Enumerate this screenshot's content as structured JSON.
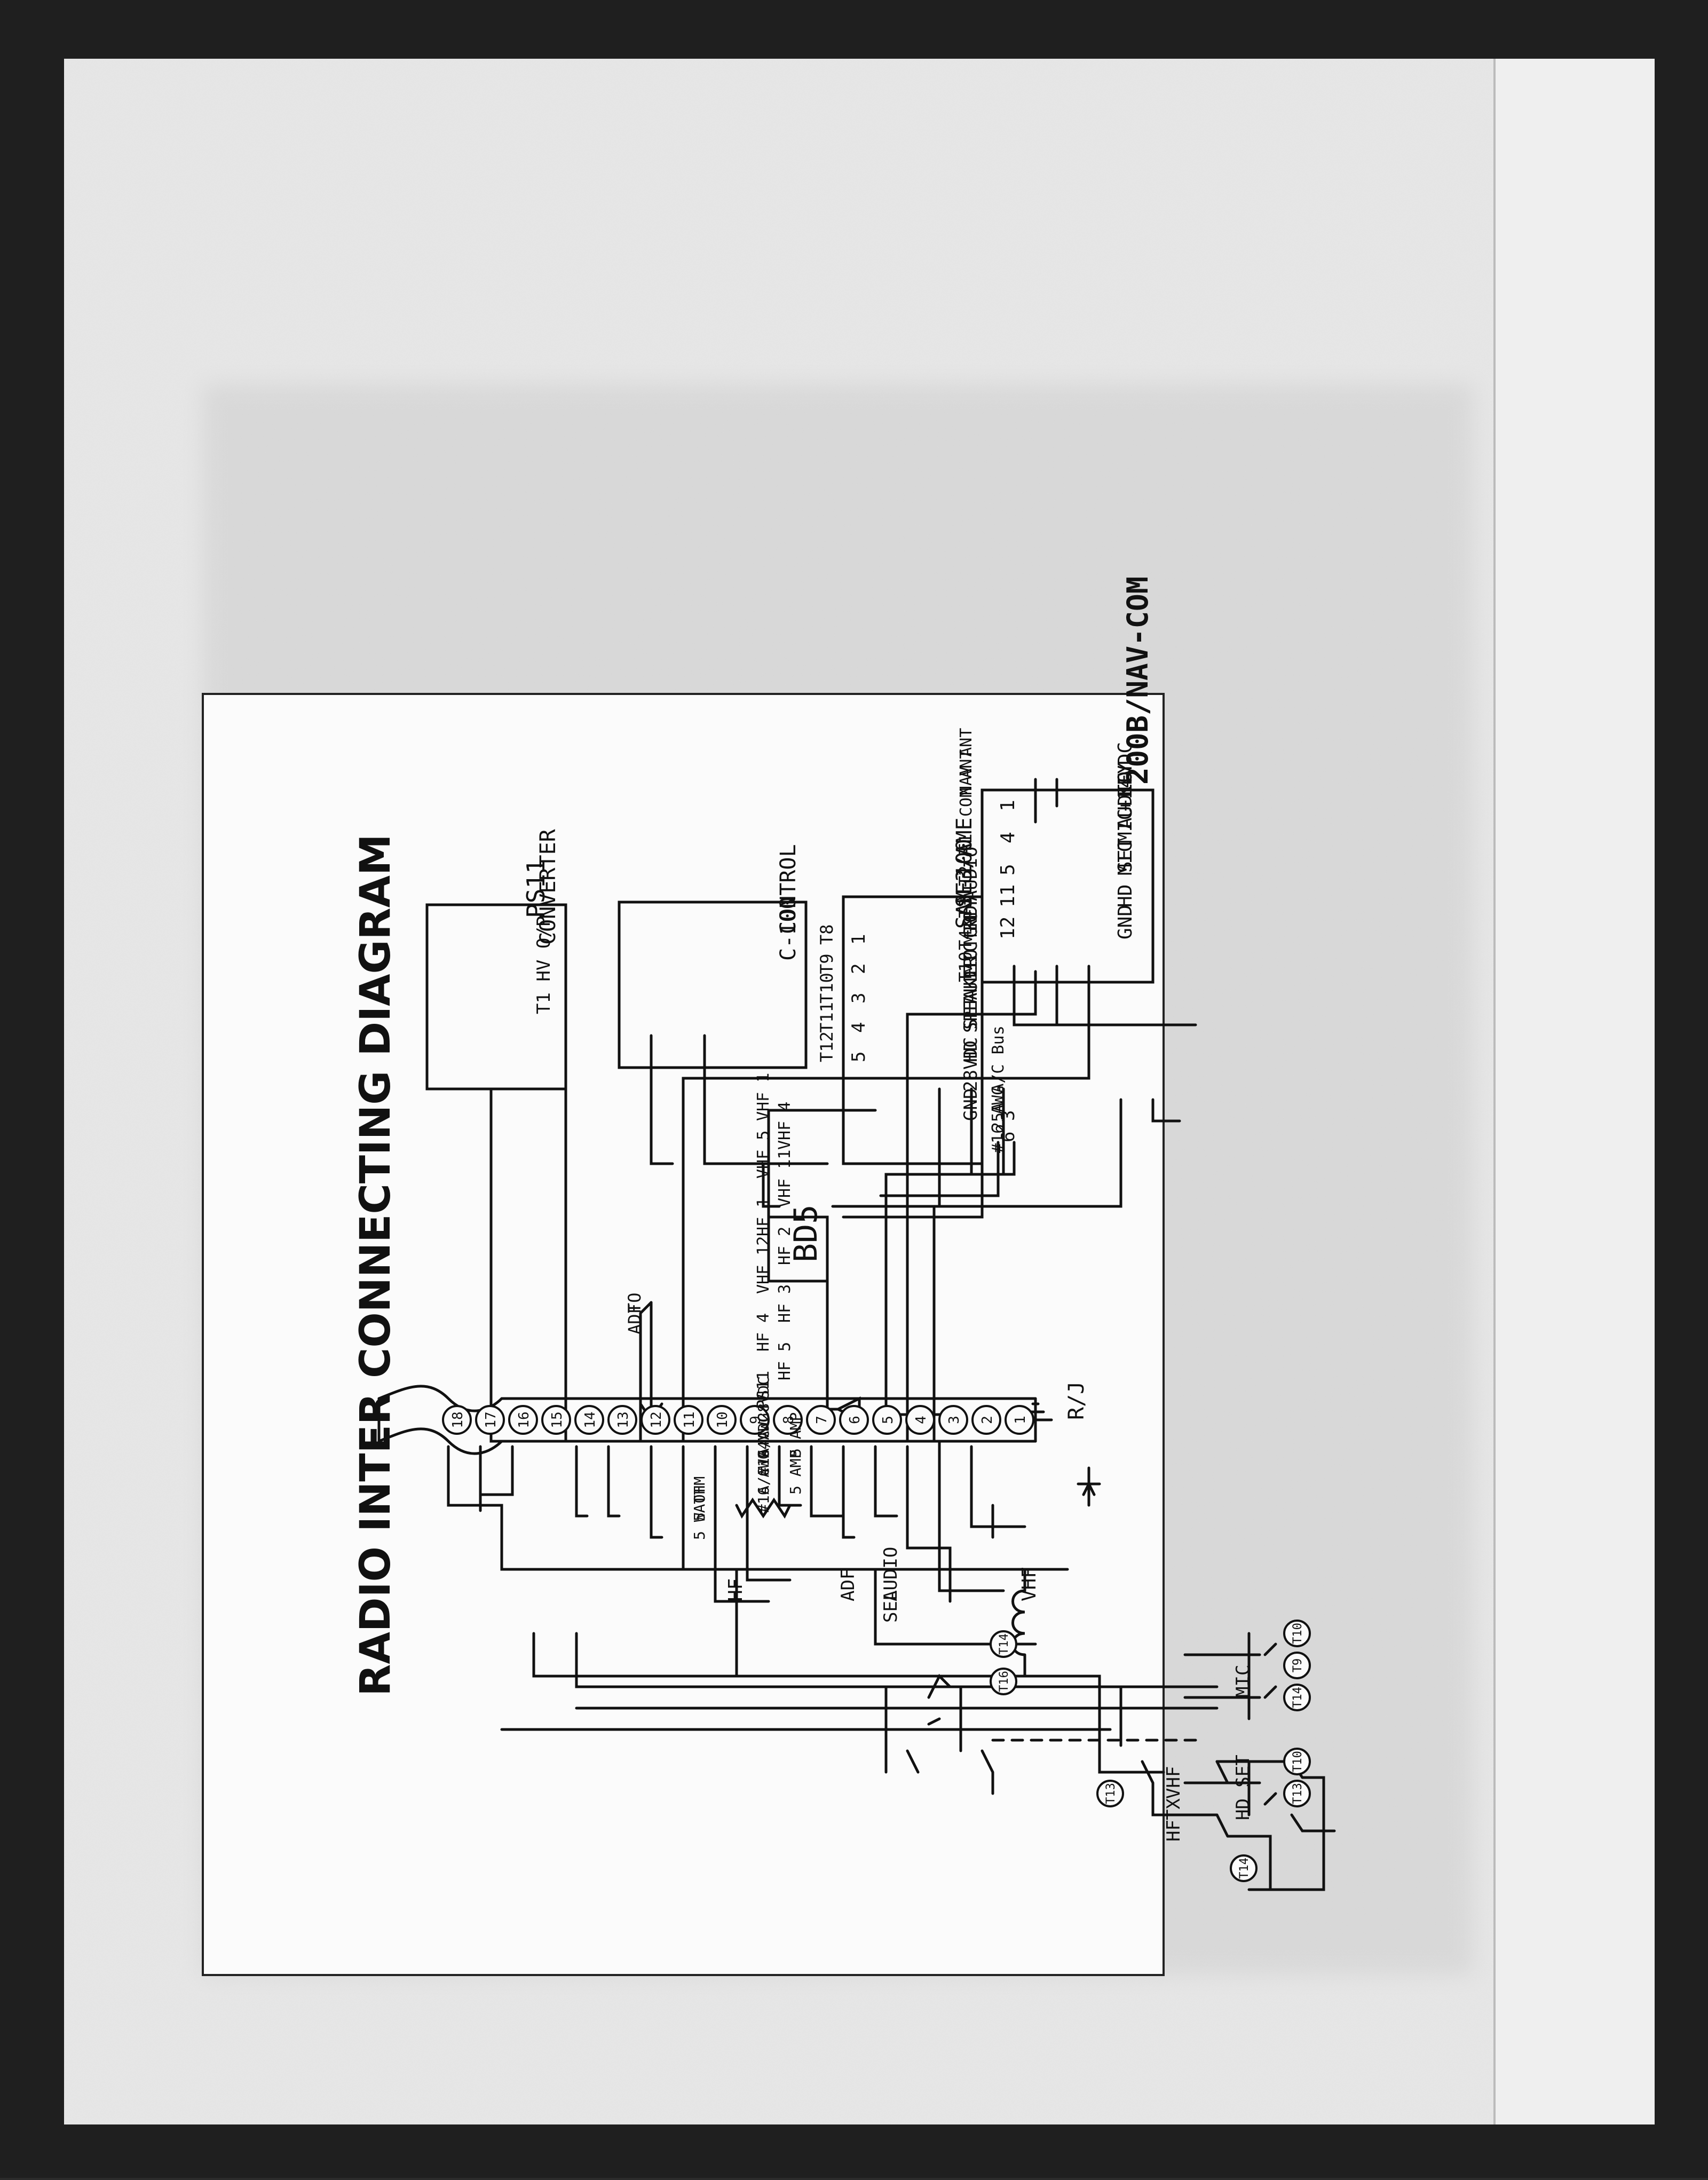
{
  "diagram": {
    "title": "RADIO INTER CONNECTING DIAGRAM"
  },
  "units": {
    "navcom": {
      "name": "200B/NAV-COM",
      "pins": [
        {
          "label": "+14VDC",
          "num": "1"
        },
        {
          "label": "MIC KEY",
          "num": "4"
        },
        {
          "label": "MIC AUDIO",
          "num": "5"
        },
        {
          "label": "HD SET",
          "num": "11"
        },
        {
          "label": "GND",
          "num": "12"
        }
      ],
      "antennas": [
        "NAV ANT",
        "COM ANT"
      ],
      "terminals": [
        "T1",
        "T2",
        "T3",
        "T4",
        "T10"
      ]
    },
    "sam": {
      "name": "SE3/AME",
      "model": "SAM-100",
      "pins": [
        {
          "label": "MIC AUDIO",
          "num": "1"
        },
        {
          "label": "MIC KEY",
          "num": "2"
        },
        {
          "label": "AUDIO GND",
          "num": "3"
        },
        {
          "label": "SPEAKER",
          "num": "4"
        },
        {
          "label": "HD SET",
          "num": "5"
        },
        {
          "label": "28VDC",
          "num": ""
        },
        {
          "label": "GND",
          "num": ""
        }
      ],
      "terminals": [
        "T8",
        "T9",
        "T10",
        "T11",
        "T12"
      ],
      "connector_pins": [
        "3",
        "6"
      ]
    },
    "control": {
      "name": "CONTROL",
      "model": "C-100"
    },
    "ps": {
      "name": "PS11",
      "model": "CONVERTER",
      "output": "T1 HV O/P"
    },
    "bd5": {
      "name": "BD5"
    }
  },
  "notes": {
    "bus_25a": "25A A/C Bus",
    "bus_25a_wire": "#16 AWG",
    "to_adf_1": "TO",
    "to_adf_2": "ADF",
    "bus_28vdc": "A/C 28VDC",
    "bus_28vdc_wire": "#16 AWG",
    "amp5_1": "5 AMP",
    "bus_24vdc": "A/C 24VDC",
    "bus_24vdc_wire": "#16 AWG",
    "amp5_2": "5 AMP",
    "res_1": "5 OHM",
    "res_2": "5 WATT"
  },
  "wire_labels": [
    "VHF 1",
    "VHF 4",
    "VHF 5",
    "VHF 11",
    "HF 1",
    "HF 2",
    "VHF 12",
    "HF 3",
    "HF 4",
    "HF 5",
    "PS11"
  ],
  "terminal_strip": {
    "name": "R/J",
    "terminals": [
      "1",
      "2",
      "3",
      "4",
      "5",
      "6",
      "7",
      "8",
      "9",
      "10",
      "11",
      "12",
      "13",
      "14",
      "15",
      "16",
      "17",
      "18"
    ]
  },
  "selectors": {
    "vhf": "VHF",
    "audio_sel_1": "AUDIO",
    "audio_sel_2": "SEL",
    "adf": "ADF",
    "hf": "HF"
  },
  "tx_switch": {
    "vhf": "VHF",
    "tx": "TX",
    "hf": "HF"
  },
  "jacks": {
    "mic": {
      "label": "MIC",
      "terminals": [
        "T10",
        "T9",
        "T14"
      ]
    },
    "hdset": {
      "label": "HD SET",
      "terminals": [
        "T10",
        "T13"
      ]
    },
    "coil_terminals": [
      "T14",
      "T16"
    ],
    "common": "T13",
    "tx_term": "T14"
  }
}
